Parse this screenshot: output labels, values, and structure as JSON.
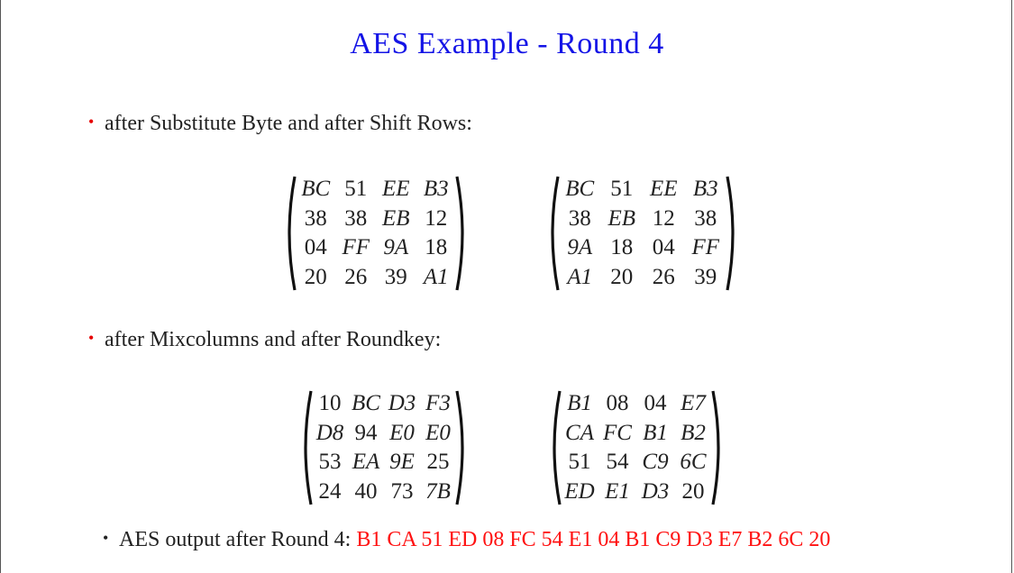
{
  "slide": {
    "title": "AES Example - Round  4",
    "title_color": "#1414e6",
    "bullet_color": "#e60000",
    "bullet_symbol": "•"
  },
  "section1": {
    "label": "after Substitute Byte and after Shift  Rows:",
    "matrix_left": [
      [
        "BC",
        "51",
        "EE",
        "B3"
      ],
      [
        "38",
        "38",
        "EB",
        "12"
      ],
      [
        "04",
        "FF",
        "9A",
        "18"
      ],
      [
        "20",
        "26",
        "39",
        "A1"
      ]
    ],
    "matrix_right": [
      [
        "BC",
        "51",
        "EE",
        "B3"
      ],
      [
        "38",
        "EB",
        "12",
        "38"
      ],
      [
        "9A",
        "18",
        "04",
        "FF"
      ],
      [
        "A1",
        "20",
        "26",
        "39"
      ]
    ]
  },
  "section2": {
    "label": "after Mixcolumns and after  Roundkey:",
    "matrix_left": [
      [
        "10",
        "BC",
        "D3",
        "F3"
      ],
      [
        "D8",
        "94",
        "E0",
        "E0"
      ],
      [
        "53",
        "EA",
        "9E",
        "25"
      ],
      [
        "24",
        "40",
        "73",
        "7B"
      ]
    ],
    "matrix_right": [
      [
        "B1",
        "08",
        "04",
        "E7"
      ],
      [
        "CA",
        "FC",
        "B1",
        "B2"
      ],
      [
        "51",
        "54",
        "C9",
        "6C"
      ],
      [
        "ED",
        "E1",
        "D3",
        "20"
      ]
    ]
  },
  "output": {
    "label": "AES output after Round 4: ",
    "values": "B1 CA 51 ED 08 FC 54 E1 04 B1 C9 D3 E7 B2 6C 20",
    "values_color": "#ff1111"
  }
}
